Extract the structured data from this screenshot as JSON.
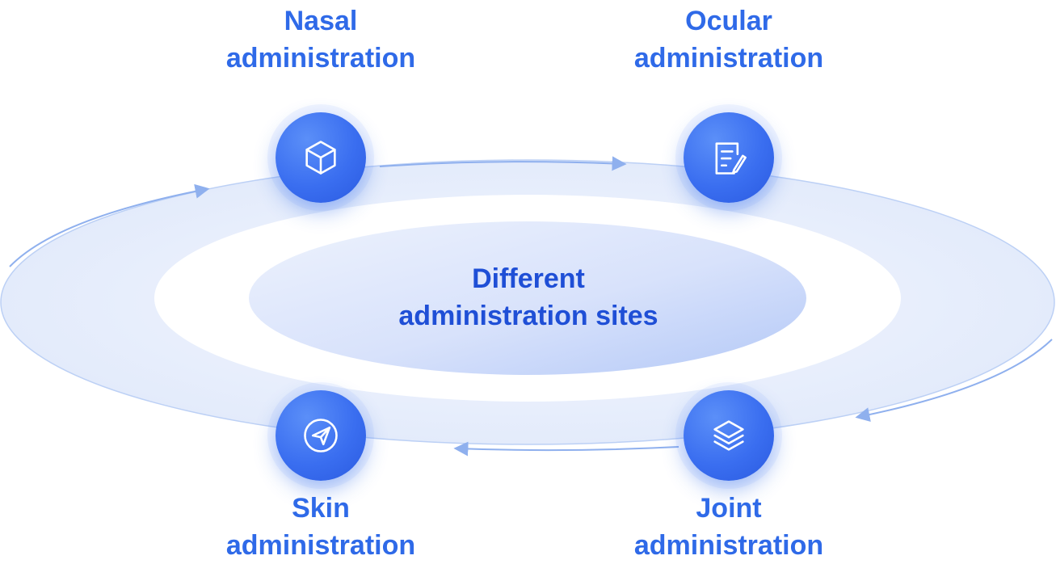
{
  "center": {
    "line1": "Different",
    "line2": "administration sites"
  },
  "nodes": [
    {
      "id": "nasal",
      "line1": "Nasal",
      "line2": "administration",
      "icon": "cube-icon"
    },
    {
      "id": "ocular",
      "line1": "Ocular",
      "line2": "administration",
      "icon": "document-edit-icon"
    },
    {
      "id": "skin",
      "line1": "Skin",
      "line2": "administration",
      "icon": "paper-plane-icon"
    },
    {
      "id": "joint",
      "line1": "Joint",
      "line2": "administration",
      "icon": "layers-icon"
    }
  ],
  "colors": {
    "accent": "#2f6ae8",
    "center_text": "#1f4fd6",
    "ring": "#dfe8fb",
    "inner_ellipse": "#c8d6fb",
    "arrow": "#8fb0ee"
  }
}
